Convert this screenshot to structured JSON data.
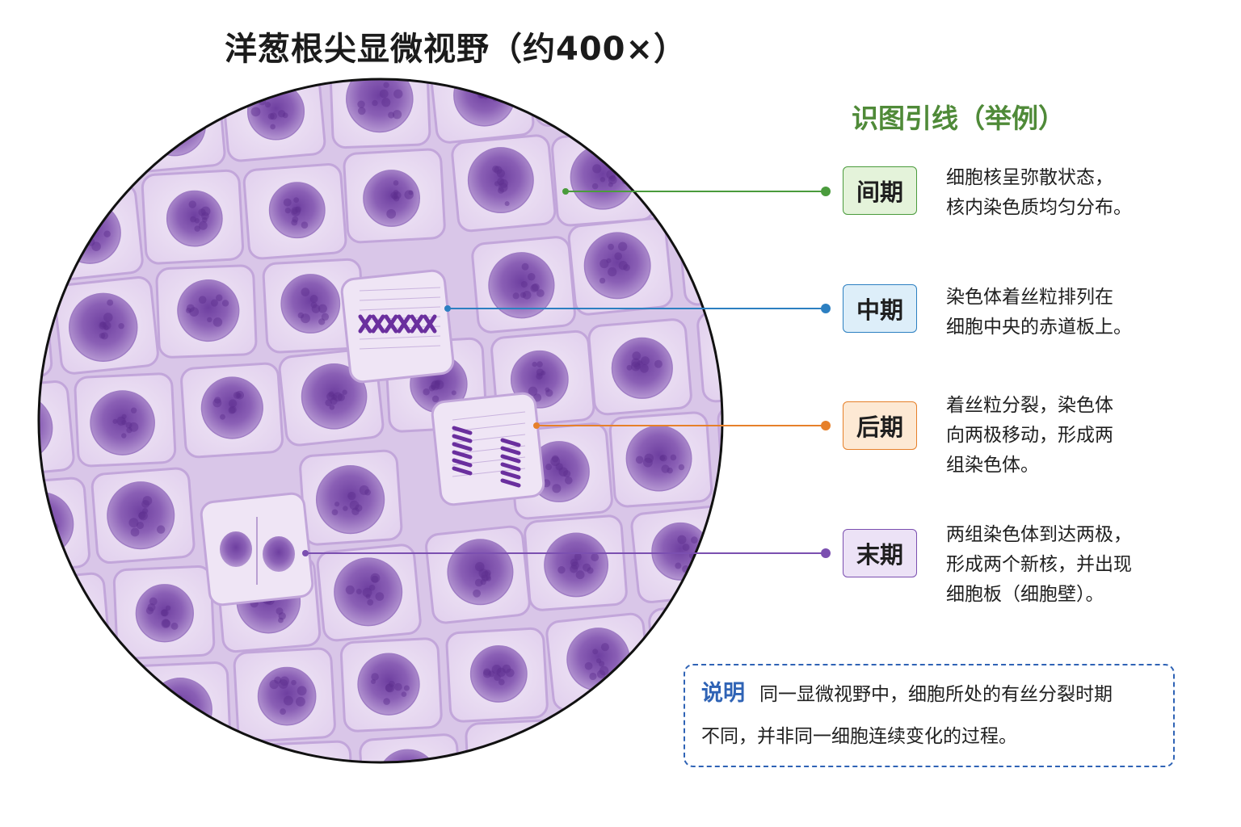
{
  "title": "洋葱根尖显微视野（约400×）",
  "legend": {
    "heading": "识图引线（举例）",
    "stages": [
      {
        "label": "间期",
        "desc": [
          "细胞核呈弥散状态，",
          "核内染色质均匀分布。"
        ],
        "color": "#4a9b3c",
        "fill": "#e4f3da"
      },
      {
        "label": "中期",
        "desc": [
          "染色体着丝粒排列在",
          "细胞中央的赤道板上。"
        ],
        "color": "#2c7fc1",
        "fill": "#ddeef9"
      },
      {
        "label": "后期",
        "desc": [
          "着丝粒分裂，染色体",
          "向两极移动，形成两",
          "组染色体。"
        ],
        "color": "#e6802a",
        "fill": "#fde9d4"
      },
      {
        "label": "末期",
        "desc": [
          "两组染色体到达两极，",
          "形成两个新核，并出现",
          "细胞板（细胞壁）。"
        ],
        "color": "#7b4fb0",
        "fill": "#ece2f6"
      }
    ]
  },
  "note": {
    "label": "说明",
    "line1": "同一显微视野中，细胞所处的有丝分裂时期",
    "line2": "不同，并非同一细胞连续变化的过程。"
  },
  "colors": {
    "cell_fill": "#e7d8f0",
    "field_bg": "#dccbea",
    "nucleus": "#8d63b6",
    "chromosome": "#6a2f9e",
    "note_border": "#2f63b5"
  }
}
